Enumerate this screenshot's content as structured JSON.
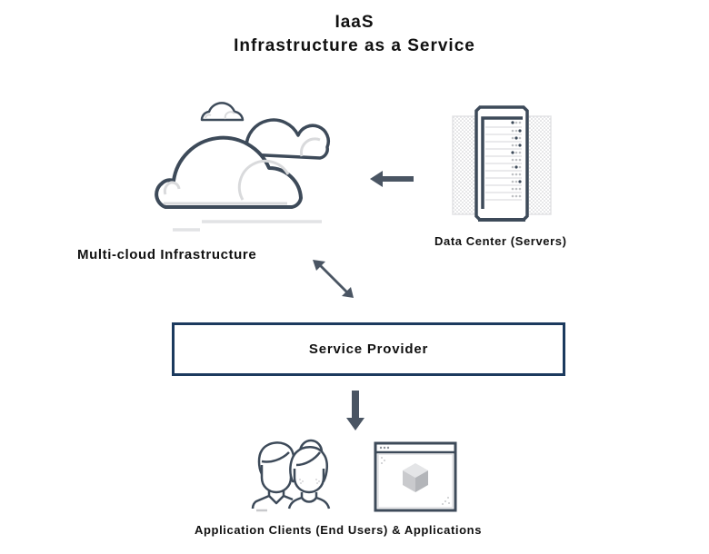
{
  "title": {
    "line1": "IaaS",
    "line2": "Infrastructure as a Service"
  },
  "nodes": {
    "cloud": {
      "label": "Multi-cloud Infrastructure",
      "icon": "clouds-icon"
    },
    "datacenter": {
      "label": "Data Center (Servers)",
      "icon": "server-rack-icon"
    },
    "provider": {
      "label": "Service Provider"
    },
    "clients": {
      "label": "Application Clients (End Users) & Applications",
      "icons": [
        "users-icon",
        "application-window-icon"
      ]
    }
  },
  "edges": [
    {
      "from": "datacenter",
      "to": "cloud",
      "direction": "one-way"
    },
    {
      "from": "cloud",
      "to": "provider",
      "direction": "two-way"
    },
    {
      "from": "provider",
      "to": "clients",
      "direction": "one-way"
    }
  ],
  "colors": {
    "icon_stroke": "#3d4a59",
    "light_stroke": "#d9dadc",
    "box_border": "#1c3a5e",
    "arrow": "#4a5563"
  }
}
